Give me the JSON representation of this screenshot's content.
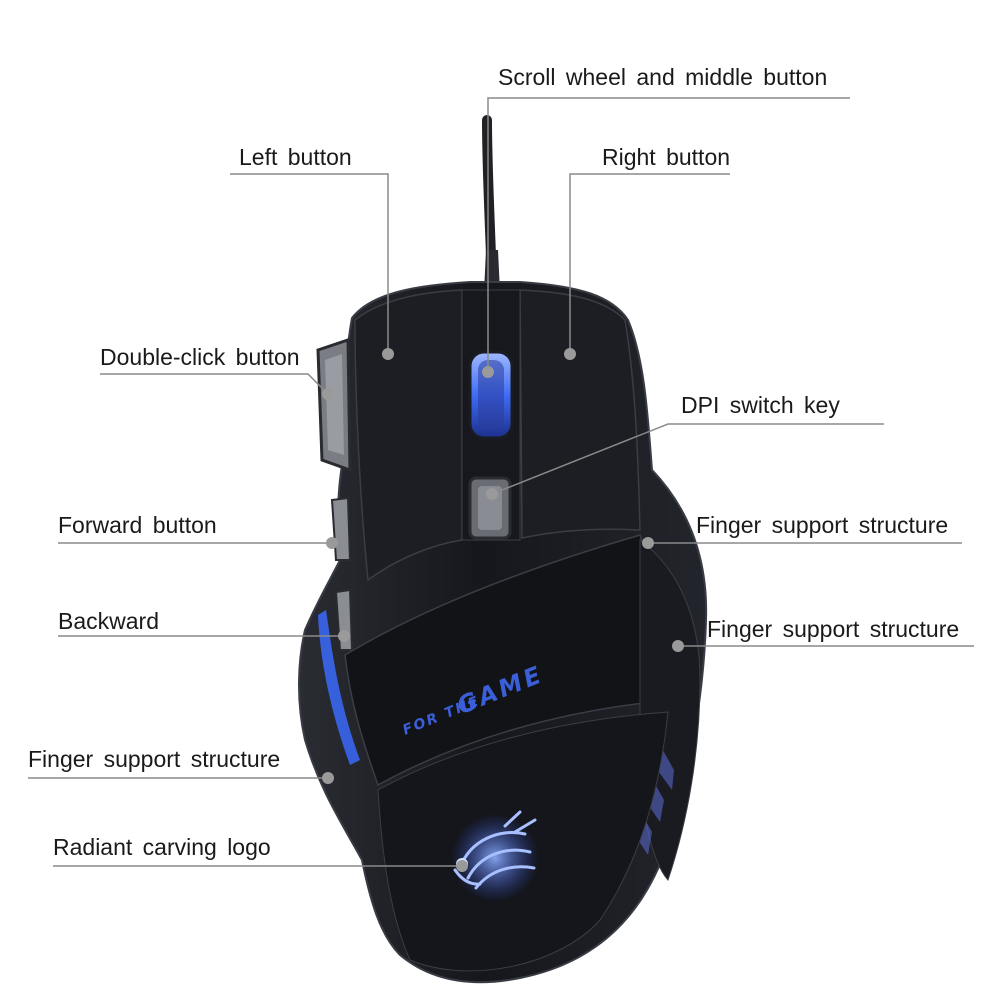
{
  "callouts": {
    "scroll_wheel": "Scroll wheel and middle button",
    "left_button": "Left button",
    "right_button": "Right button",
    "double_click": "Double-click button",
    "dpi_switch": "DPI switch key",
    "forward_button": "Forward button",
    "finger_support_upper": "Finger support structure",
    "backward": "Backward",
    "finger_support_right": "Finger support structure",
    "finger_support_left": "Finger support structure",
    "radiant_logo": "Radiant carving logo"
  },
  "product": {
    "panel_text_line1": "FOR THE",
    "panel_text_line2": "GAME"
  },
  "colors": {
    "body": "#1b1c21",
    "body_edge": "#2c2e36",
    "glow": "#4a7dff",
    "leader": "#8a8a8a",
    "label_text": "#1a1a1a",
    "background": "#ffffff"
  }
}
